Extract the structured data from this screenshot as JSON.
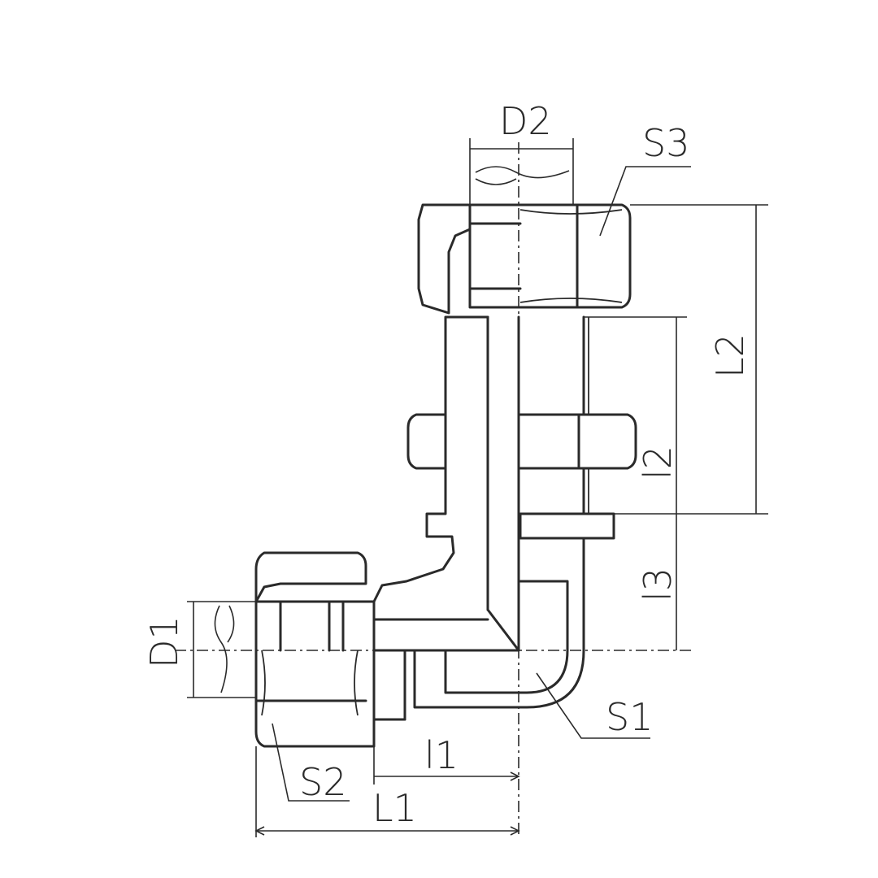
{
  "labels": {
    "d2": "D2",
    "s3": "S3",
    "l2_upper": "L2",
    "l2_lower": "l2",
    "l3": "l3",
    "d1": "D1",
    "s1": "S1",
    "s2": "S2",
    "l1_upper": "l1",
    "l1_lower": "L1"
  }
}
